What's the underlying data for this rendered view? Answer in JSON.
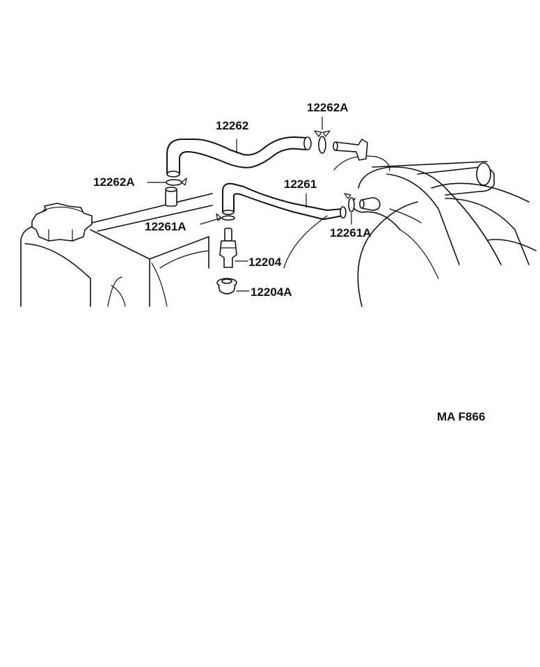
{
  "labels": {
    "hose_upper": "12262",
    "clamp_upper_right": "12262A",
    "clamp_upper_left": "12262A",
    "hose_lower": "12261",
    "clamp_lower_left": "12261A",
    "clamp_lower_right": "12261A",
    "pcv_valve": "12204",
    "grommet": "12204A"
  },
  "figure_ref": "MA F866"
}
